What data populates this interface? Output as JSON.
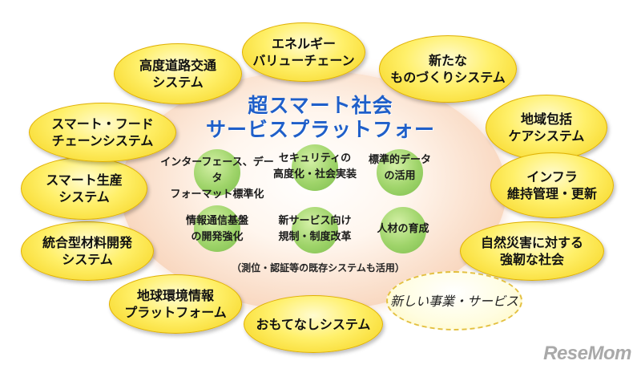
{
  "diagram": {
    "title_line1": "超スマート社会",
    "title_line2": "サービスプラットフォーム",
    "platform_items": [
      "インターフェース、データ\nフォーマット標準化",
      "セキュリティの\n高度化・社会実装",
      "標準的データ\nの活用",
      "情報通信基盤\nの開発強化",
      "新サービス向け\n規制・制度改革",
      "人材の育成"
    ],
    "note": "（測位・認証等の既存システムも活用）",
    "systems": [
      "エネルギー\nバリューチェーン",
      "新たな\nものづくりシステム",
      "地域包括\nケアシステム",
      "インフラ\n維持管理・更新",
      "自然災害に対する\n強靭な社会",
      "新しい事業・サービス",
      "おもてなしシステム",
      "地球環境情報\nプラットフォーム",
      "統合型材料開発\nシステム",
      "スマート生産\nシステム",
      "スマート・フード\nチェーンシステム",
      "高度道路交通\nシステム"
    ]
  },
  "colors": {
    "title": "#1f5fc9",
    "bubble": "#fff06a",
    "green_circle": "#9fd46a"
  },
  "watermark": "ReseMom"
}
